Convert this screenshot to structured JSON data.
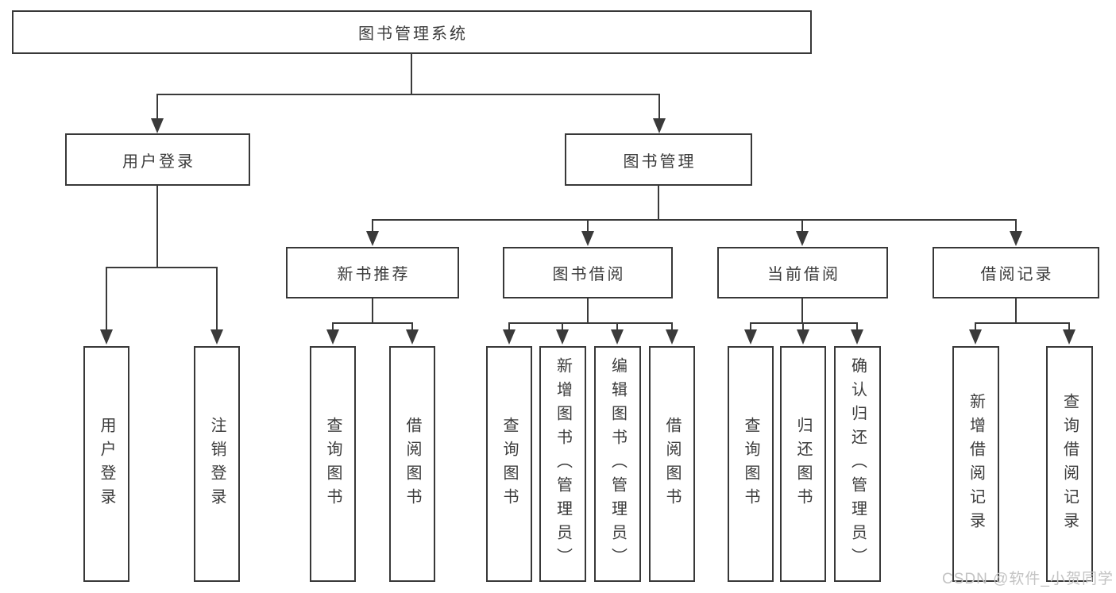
{
  "diagram": {
    "root": {
      "label": "图书管理系统"
    },
    "level2": [
      {
        "label": "用户登录"
      },
      {
        "label": "图书管理"
      }
    ],
    "level3": [
      {
        "label": "新书推荐"
      },
      {
        "label": "图书借阅"
      },
      {
        "label": "当前借阅"
      },
      {
        "label": "借阅记录"
      }
    ],
    "leaves": {
      "user_login": [
        "用户登录",
        "注销登录"
      ],
      "new_book": [
        "查询图书",
        "借阅图书"
      ],
      "book_borrow": [
        "查询图书",
        "新增图书（管理员）",
        "编辑图书（管理员）",
        "借阅图书"
      ],
      "current_borrow": [
        "查询图书",
        "归还图书",
        "确认归还（管理员）"
      ],
      "borrow_record": [
        "新增借阅记录",
        "查询借阅记录"
      ]
    }
  },
  "watermark": "CSDN @软件_小贺同学",
  "colors": {
    "line": "#3a3a3a",
    "border": "#383838",
    "text": "#3b3b3b",
    "watermark_text": "#c3c3c3",
    "background": "#ffffff"
  }
}
